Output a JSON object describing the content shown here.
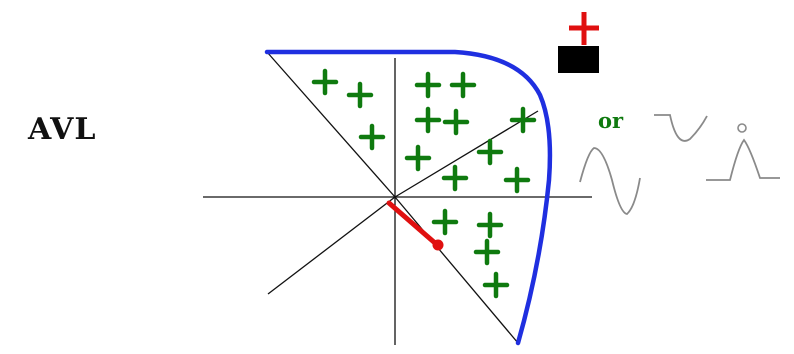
{
  "lead": {
    "label": "AVL"
  },
  "connector": {
    "label": "or"
  },
  "colors": {
    "axes": "#111111",
    "boundary": "#1f2fe0",
    "positive": "#0f7a0f",
    "vector": "#e01010",
    "electrode_sign": "#e01010",
    "electrode_body": "#000000",
    "waveform": "#8a8a8a",
    "connector_text": "#0f7a0f"
  },
  "electrode": {
    "polarity": "positive-electrode",
    "sign_icon": "plus-icon"
  },
  "waveforms": [
    {
      "name": "inverted-wave-icon"
    },
    {
      "name": "biphasic-wave-icon"
    },
    {
      "name": "upright-p-wave-icon"
    }
  ]
}
